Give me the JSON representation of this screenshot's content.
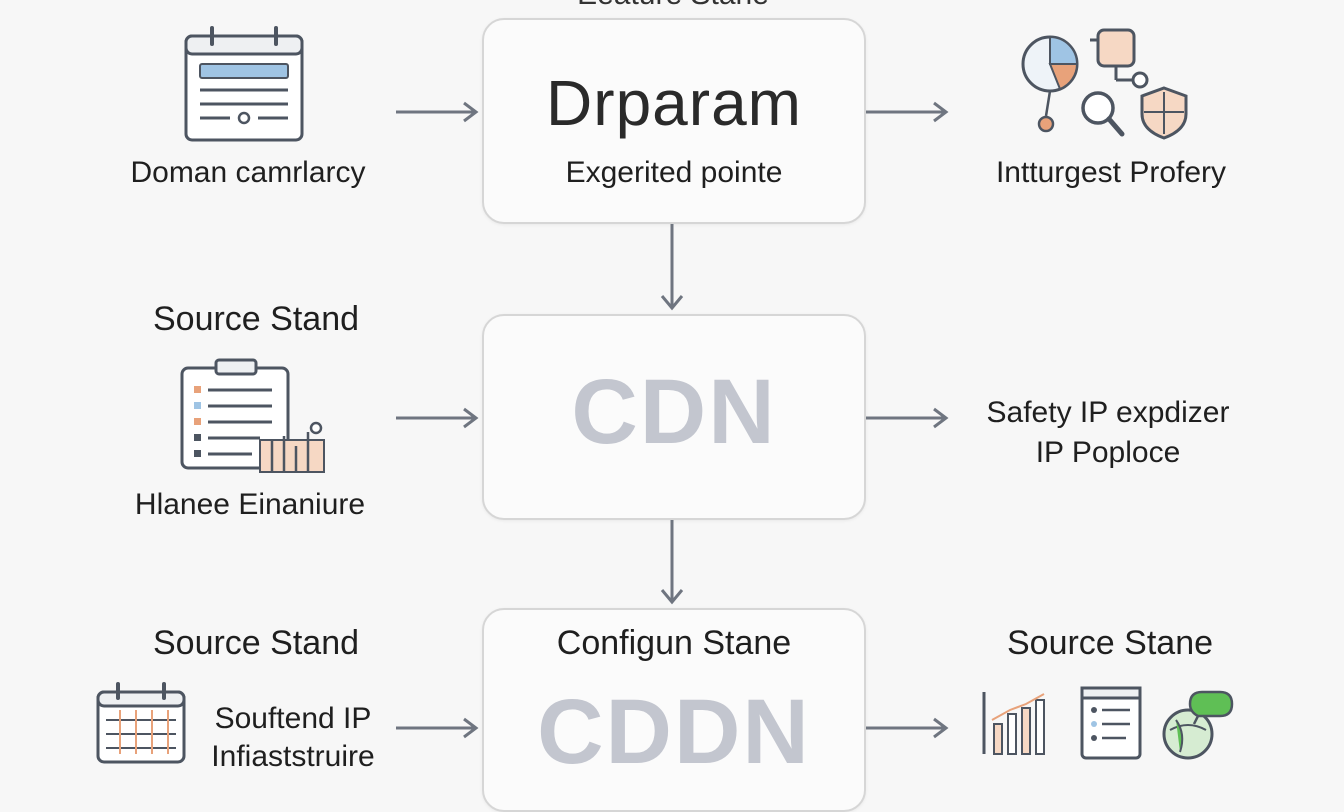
{
  "top_clipped_label": "Eeature Stane",
  "row1": {
    "left_label": "Doman camrlarcy",
    "center_title": "Drparam",
    "center_subtitle": "Exgerited pointe",
    "right_label": "Intturgest Profery"
  },
  "row2": {
    "left_heading": "Source Stand",
    "left_label": "Hlanee Einaniure",
    "center_title": "CDN",
    "right_line1": "Safety IP expdizer",
    "right_line2": "IP Poploce"
  },
  "row3": {
    "left_heading": "Source Stand",
    "left_line1": "Souftend IP",
    "left_line2": "Infiaststruire",
    "center_heading": "Configun Stane",
    "center_title": "CDDN",
    "right_heading": "Source Stane"
  },
  "colors": {
    "arrow": "#6f7580",
    "icon_stroke": "#4d5561",
    "accent_orange": "#e8a27a",
    "accent_blue": "#9fc4e4",
    "accent_green": "#5fbf55"
  },
  "icons": [
    "calendar-doc-icon",
    "analytics-cluster-icon",
    "checklist-chart-icon",
    "calendar-grid-icon",
    "bar-chart-icon",
    "list-doc-icon",
    "globe-chat-icon"
  ]
}
